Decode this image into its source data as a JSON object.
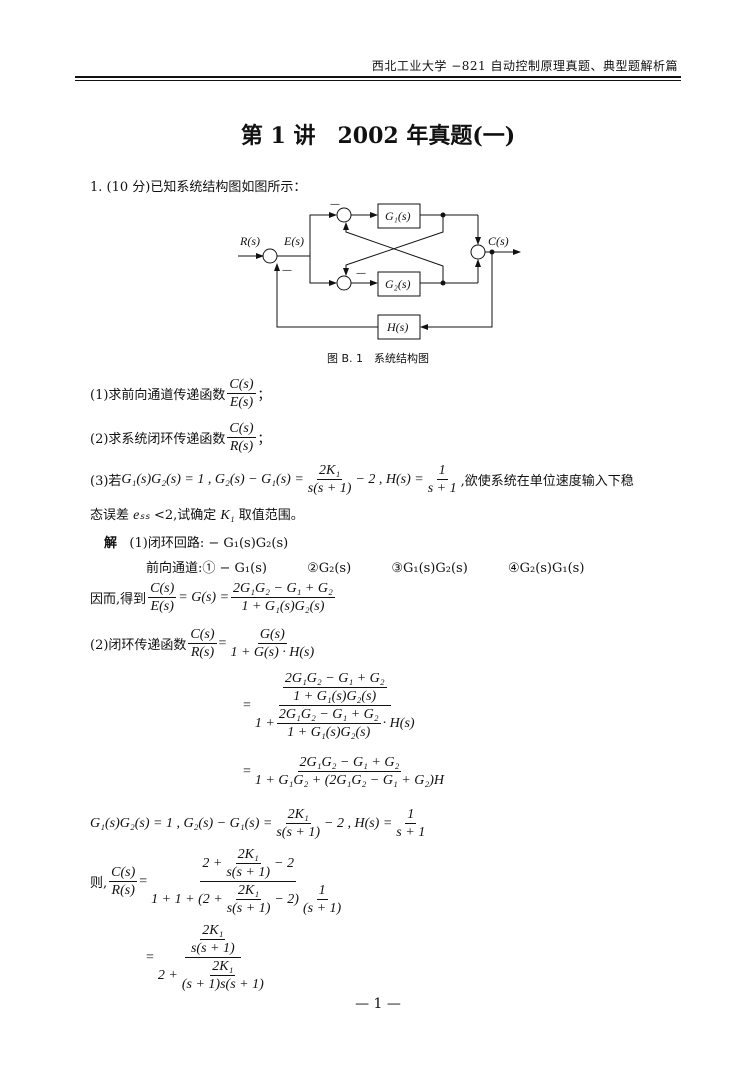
{
  "header": {
    "running_title": "西北工业大学 −821 自动控制原理真题、典型题解析篇"
  },
  "title": "第 1 讲　2002 年真题(一)",
  "problem": {
    "intro": "1. (10 分)已知系统结构图如图所示：",
    "diagram": {
      "R": "R(s)",
      "E": "E(s)",
      "G1": "G₁(s)",
      "G2": "G₂(s)",
      "C": "C(s)",
      "H": "H(s)",
      "minus": "—"
    },
    "caption": "图 B. 1　系统结构图",
    "q1": {
      "text": "(1)求前向通道传递函数",
      "num": "C(s)",
      "den": "E(s)",
      "end": "；"
    },
    "q2": {
      "text": "(2)求系统闭环传递函数",
      "num": "C(s)",
      "den": "R(s)",
      "end": "；"
    },
    "q3": {
      "a": "(3)若 ",
      "b": "G₁(s)G₂(s) = 1 , G₂(s) − G₁(s) = ",
      "num1": "2K₁",
      "den1": "s(s + 1)",
      "c": " − 2 , H(s) = ",
      "num2": "1",
      "den2": "s + 1",
      "d": ",欲使系统在单位速度输入下稳",
      "e": "态误差 ",
      "ess": "eₛₛ",
      "f": " <2,试确定 ",
      "k": "K₁",
      "g": " 取值范围。"
    }
  },
  "solution": {
    "jie": "解",
    "loop": "(1)闭环回路: − G₁(s)G₂(s)",
    "forward": [
      "前向通道:① − G₁(s)",
      "②G₂(s)",
      "③G₁(s)G₂(s)",
      "④G₂(s)G₁(s)"
    ],
    "therefore": "因而,得到",
    "ce_num": "C(s)",
    "ce_den": "E(s)",
    "g_eq": "= G(s) =",
    "g_num": "2G₁G₂ − G₁ + G₂",
    "g_den": "1 + G₁(s)G₂(s)",
    "p2": "(2)闭环传递函数",
    "cr_num": "C(s)",
    "cr_den": "R(s)",
    "cl_num": "G(s)",
    "cl_den": "1 + G(s) · H(s)",
    "step2_one": "1 +",
    "step2_h": "· H(s)",
    "step3_num": "2G₁G₂ − G₁ + G₂",
    "step3_den": "1 + G₁G₂ + (2G₁G₂ − G₁ + G₂)H",
    "given": "G₁(s)G₂(s) = 1 , G₂(s) − G₁(s) =",
    "given_num": "2K₁",
    "given_den": "s(s + 1)",
    "given_b": "− 2 , H(s) =",
    "given_num2": "1",
    "given_den2": "s + 1",
    "ze": "则,",
    "a_two": "2 +",
    "a_k": "2K₁",
    "a_s": "s(s + 1)",
    "a_m2": "− 2",
    "b_pre": "1 + 1 + (2 +",
    "b_post": "− 2)",
    "b_one": "1",
    "b_s1": "(s + 1)",
    "f_k": "2K₁",
    "f_s": "s(s + 1)",
    "f_two": "2 +",
    "f_den": "(s + 1)s(s + 1)",
    "eq": "="
  },
  "page_number": "— 1 —"
}
